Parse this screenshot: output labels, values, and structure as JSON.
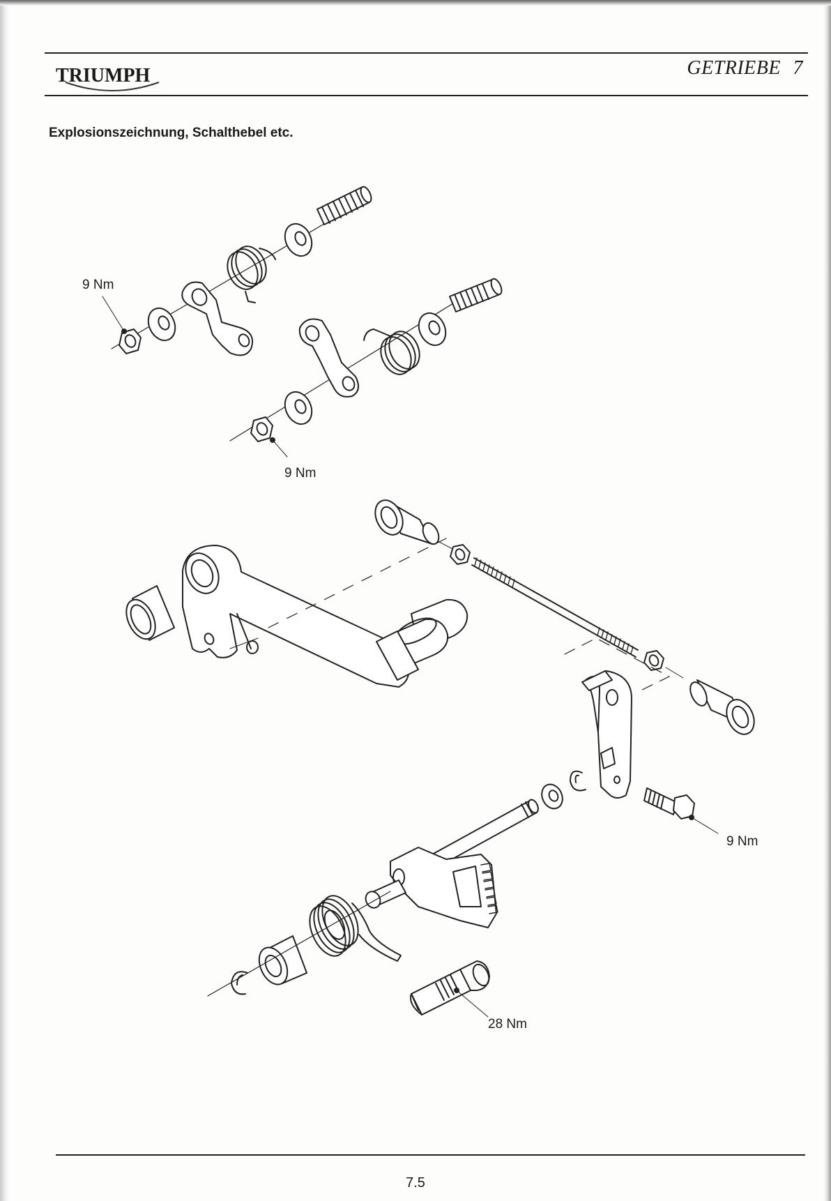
{
  "header": {
    "logo_text": "TRIUMPH",
    "chapter_title": "GETRIEBE",
    "chapter_number": "7"
  },
  "section_title": "Explosionszeichnung, Schalthebel etc.",
  "torque_labels": {
    "upper_left_nut": "9 Nm",
    "upper_lower_nut": "9 Nm",
    "bolt_right": "9 Nm",
    "pivot_bolt": "28 Nm"
  },
  "footer": {
    "page_number": "7.5"
  },
  "icons": [
    "triumph-logo-icon"
  ]
}
